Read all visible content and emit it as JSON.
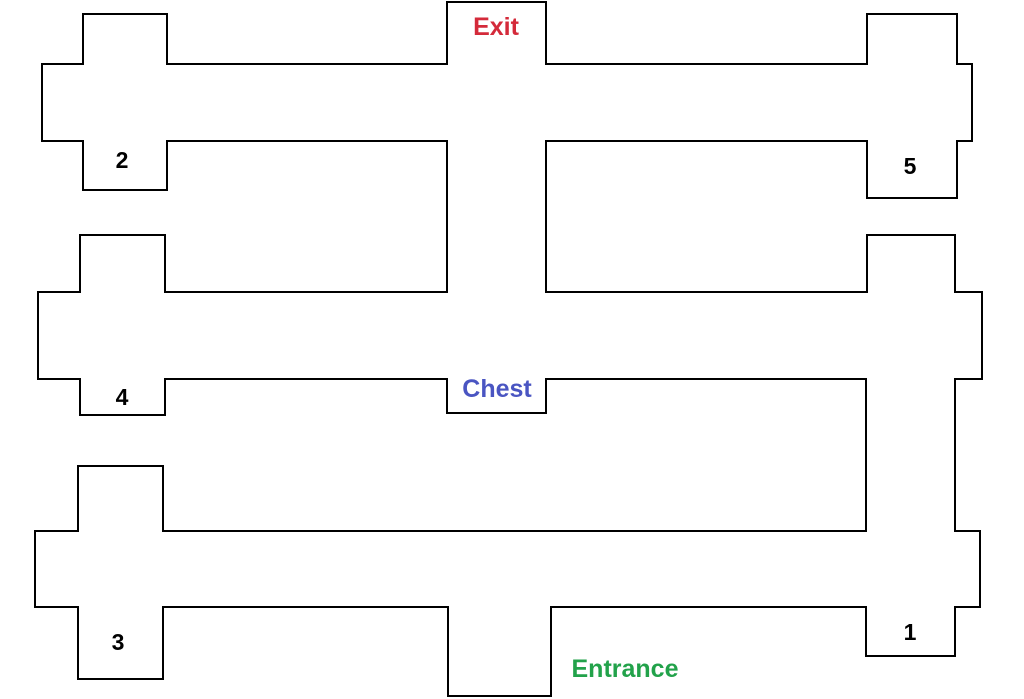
{
  "labels": {
    "exit": "Exit",
    "chest": "Chest",
    "entrance": "Entrance",
    "room1": "1",
    "room2": "2",
    "room3": "3",
    "room4": "4",
    "room5": "5"
  },
  "colors": {
    "exit": "#d42a3a",
    "chest": "#4a55c2",
    "entrance": "#22a24a",
    "walls": "#000000",
    "background": "#ffffff"
  }
}
